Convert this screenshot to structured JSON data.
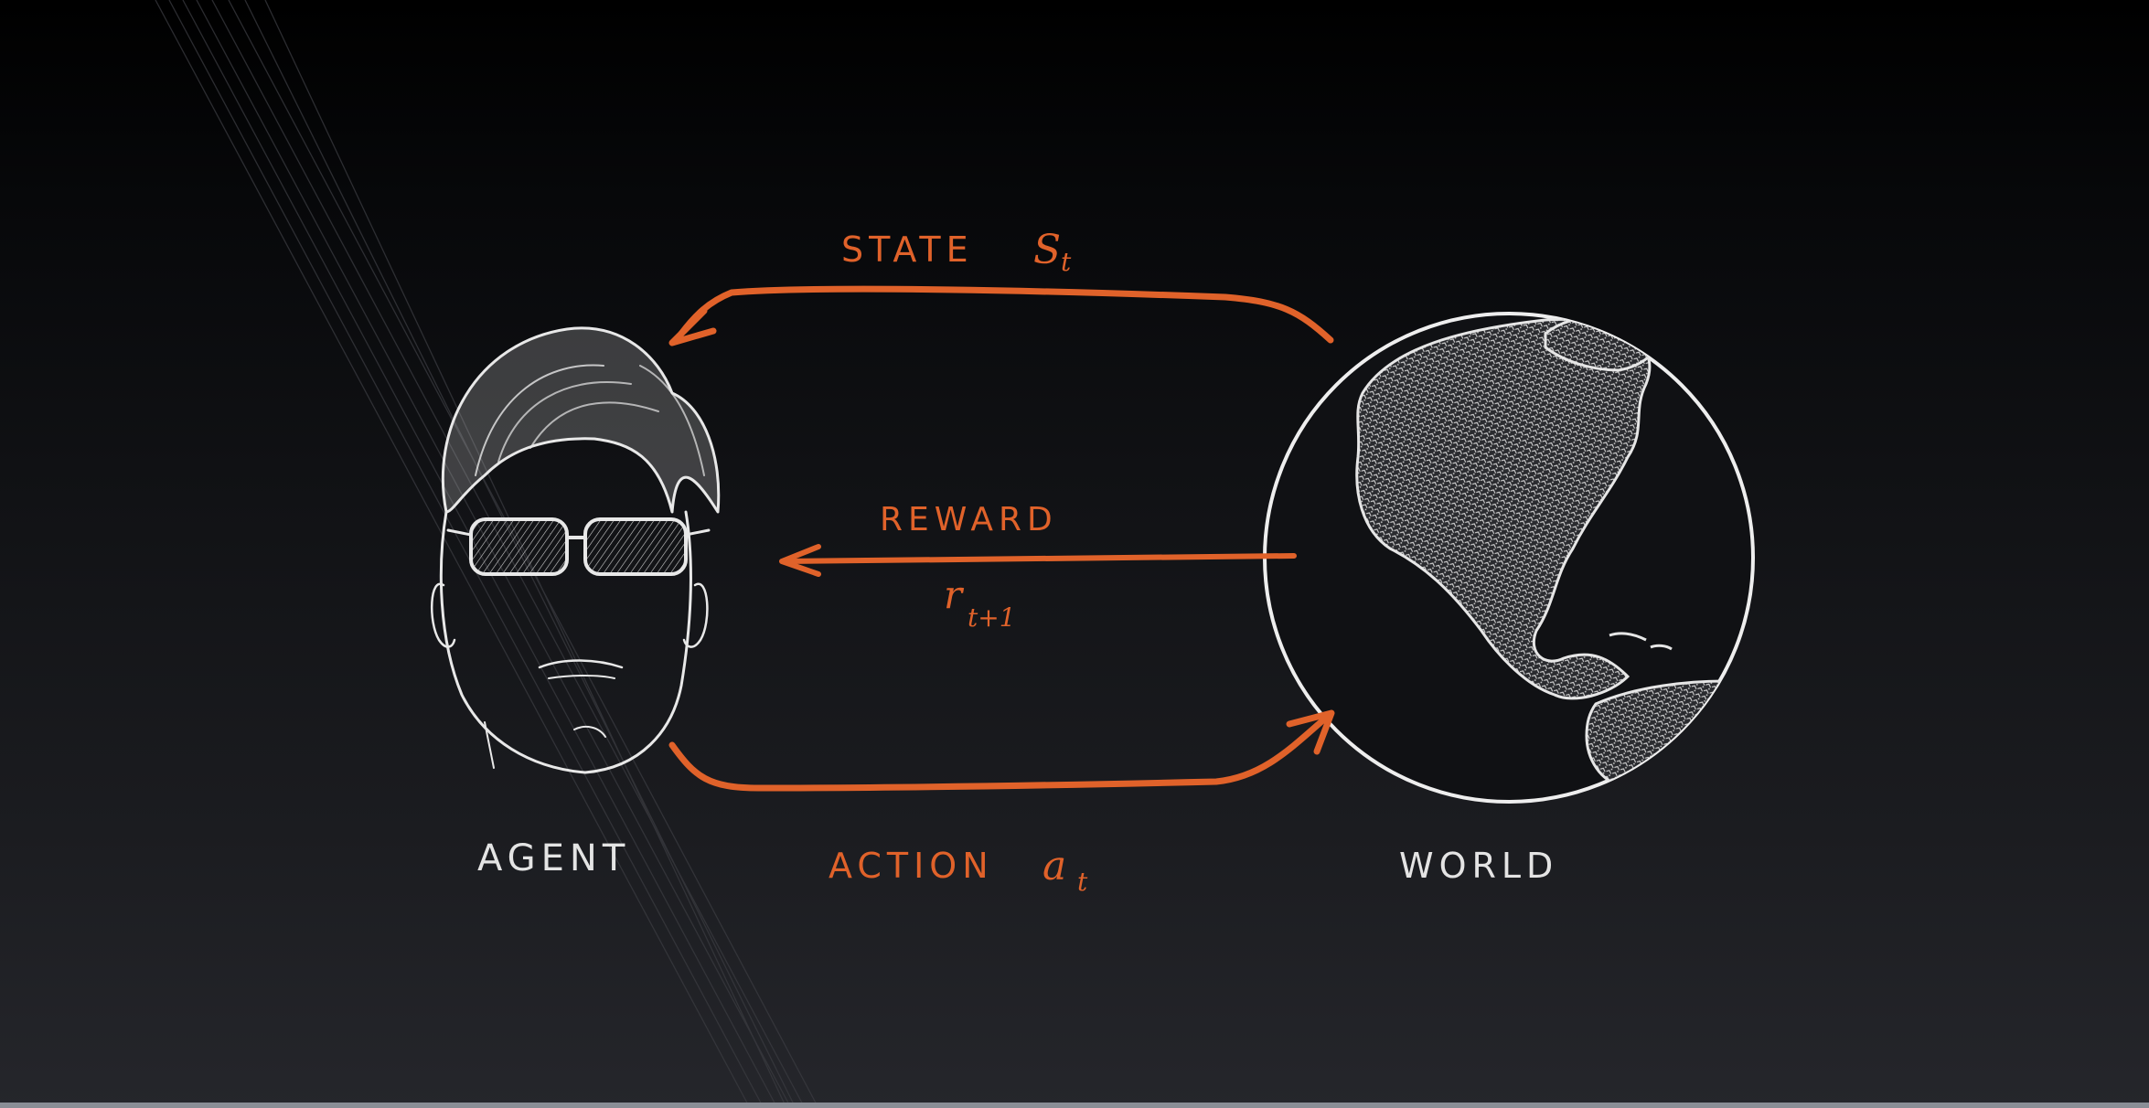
{
  "diagram": {
    "state_label": "STATE",
    "state_symbol": "S",
    "state_subscript": "t",
    "reward_label": "REWARD",
    "reward_symbol": "r",
    "reward_subscript": "t+1",
    "action_label": "ACTION",
    "action_symbol": "a",
    "action_subscript": "t",
    "agent_label": "AGENT",
    "world_label": "WORLD"
  },
  "colors": {
    "arrow_orange": "#e0622a",
    "chalk_white": "#e8e8e8",
    "background_top": "#000000",
    "background_bottom": "#25262b"
  },
  "icons": [
    "agent-face-sketch",
    "earth-globe-sketch"
  ]
}
